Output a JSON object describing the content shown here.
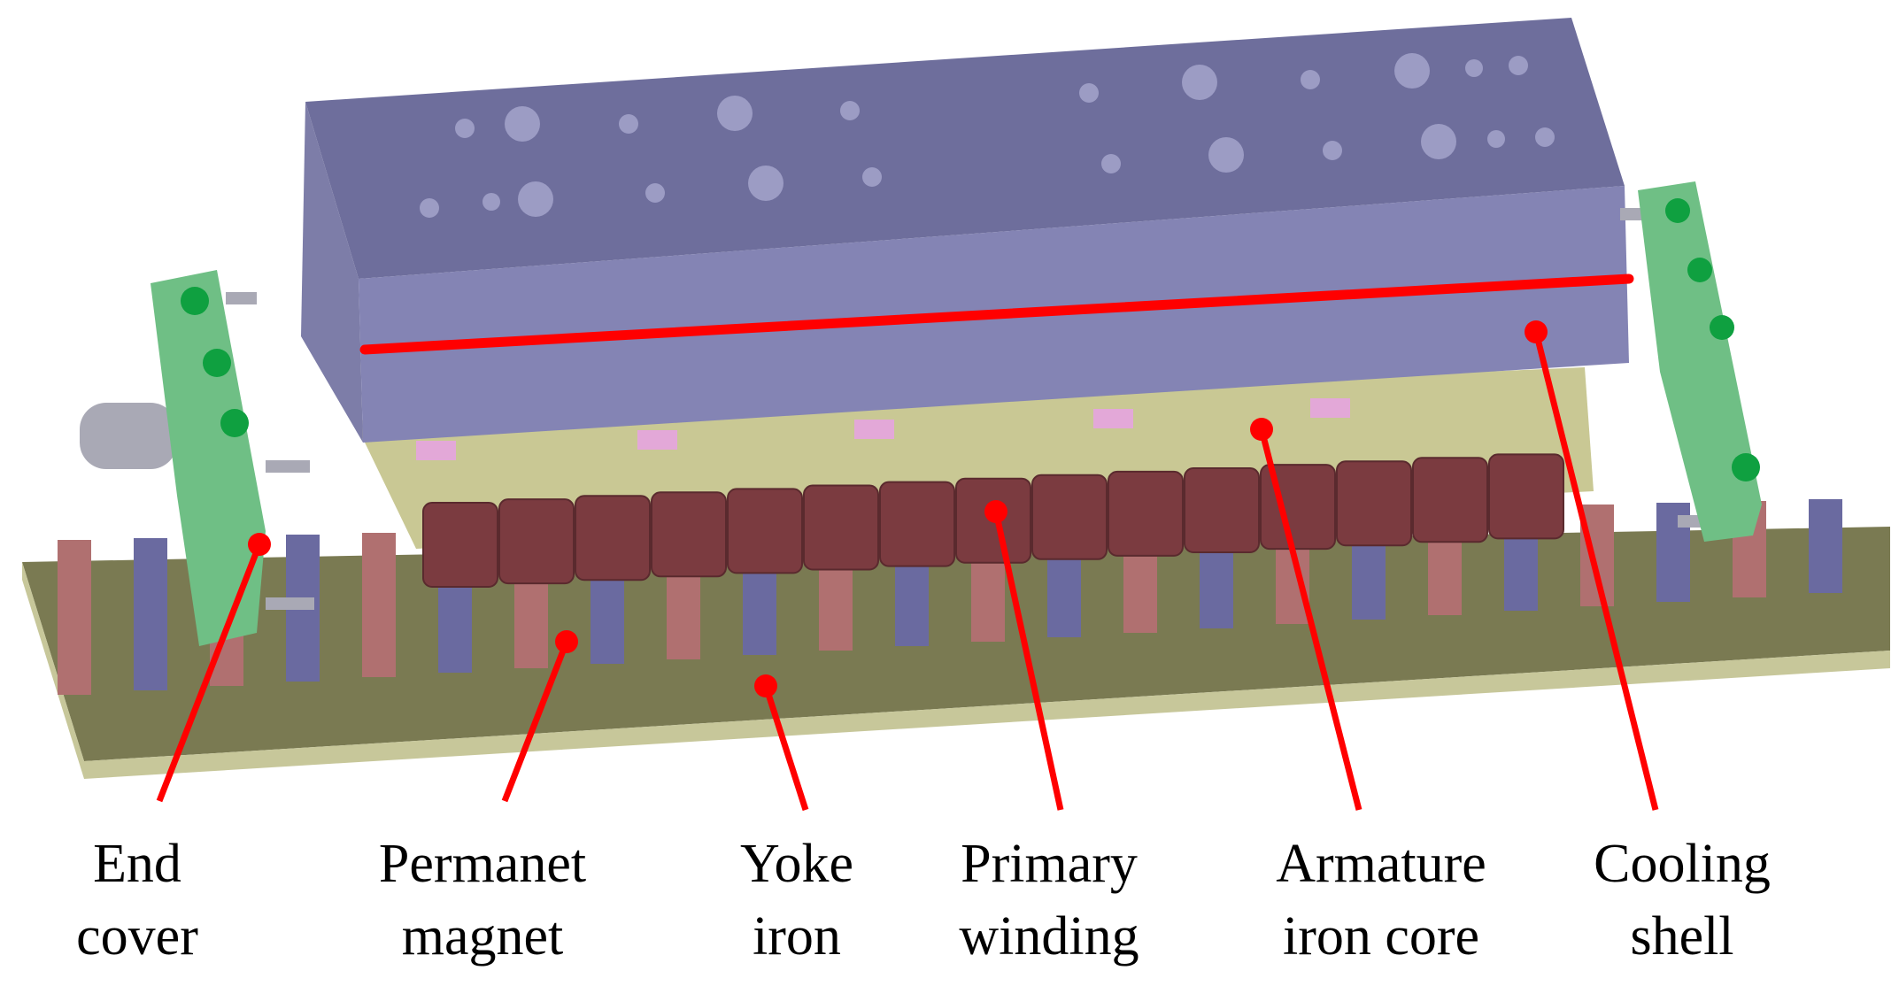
{
  "colors": {
    "leader": "#ff0000",
    "cooling_shell_top": "#6e6e9c",
    "cooling_shell_front": "#8484b4",
    "cooling_shell_side": "#7d7da8",
    "hole": "#9c9cc4",
    "end_cover": "#6fbf85",
    "end_cover_bolt": "#0fa040",
    "armature_core": "#c9c894",
    "tooth_accent": "#e3a8d8",
    "winding": "#7b3b40",
    "yoke_top": "#7a7a52",
    "yoke_front": "#c7c79a",
    "magnet_red": "#b07070",
    "magnet_blue": "#6a6aa0",
    "rod": "#a9a9b5"
  },
  "labels": {
    "end_cover": [
      "End",
      "cover"
    ],
    "permanent_magnet": [
      "Permanet",
      "magnet"
    ],
    "yoke_iron": [
      "Yoke",
      "iron"
    ],
    "primary_winding": [
      "Primary",
      "winding"
    ],
    "armature_iron_core": [
      "Armature",
      "iron core"
    ],
    "cooling_shell": [
      "Cooling",
      "shell"
    ]
  }
}
